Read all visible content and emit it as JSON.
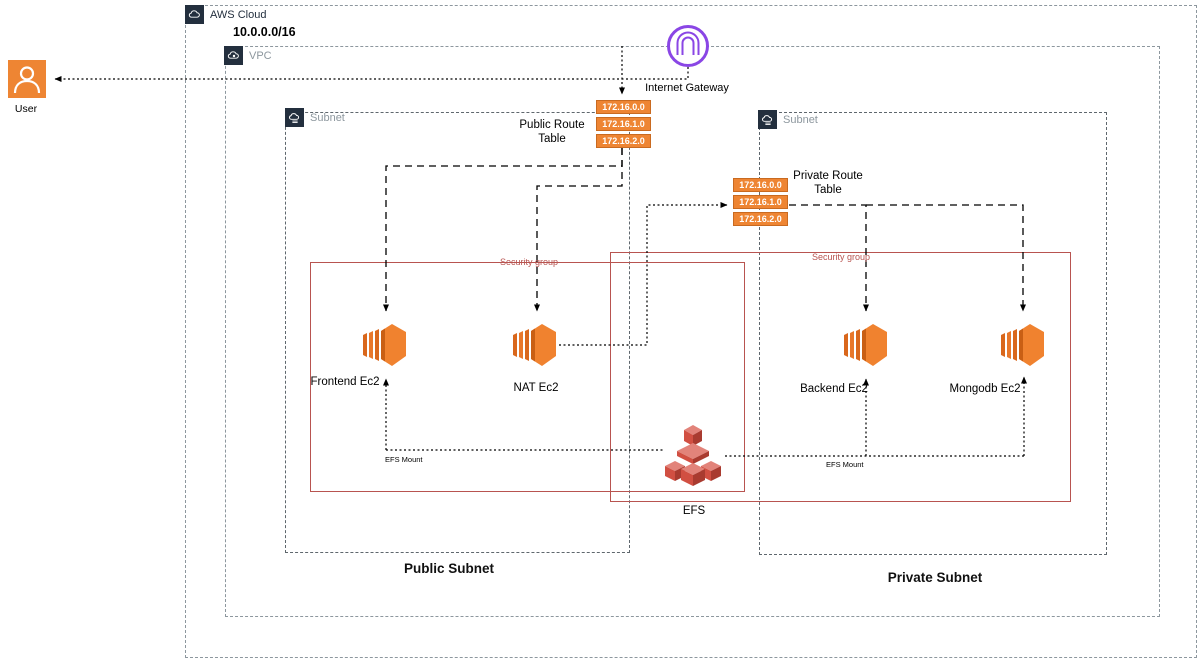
{
  "aws_cloud": {
    "label": "AWS Cloud"
  },
  "vpc": {
    "label": "VPC",
    "cidr": "10.0.0.0/16"
  },
  "internet_gateway": {
    "label": "Internet Gateway"
  },
  "user": {
    "label": "User"
  },
  "subnets": {
    "public": {
      "tag": "Subnet",
      "title": "Public Subnet",
      "security_group_label": "Security group"
    },
    "private": {
      "tag": "Subnet",
      "title": "Private Subnet",
      "security_group_label": "Security group"
    }
  },
  "route_tables": {
    "public": {
      "label_line1": "Public Route",
      "label_line2": "Table",
      "entries": [
        "172.16.0.0",
        "172.16.1.0",
        "172.16.2.0"
      ]
    },
    "private": {
      "label_line1": "Private Route",
      "label_line2": "Table",
      "entries": [
        "172.16.0.0",
        "172.16.1.0",
        "172.16.2.0"
      ]
    }
  },
  "nodes": {
    "frontend": {
      "label": "Frontend Ec2"
    },
    "nat": {
      "label": "NAT Ec2"
    },
    "backend": {
      "label": "Backend Ec2"
    },
    "mongodb": {
      "label": "Mongodb Ec2"
    },
    "efs": {
      "label": "EFS"
    }
  },
  "annotations": {
    "efs_mount_left": "EFS Mount",
    "efs_mount_right": "EFS Mount"
  },
  "colors": {
    "orange": "#ee8533",
    "navy": "#232f3e",
    "purple": "#8a46e5",
    "security_group_red": "#b85450",
    "efs_red": "#d14f42"
  }
}
